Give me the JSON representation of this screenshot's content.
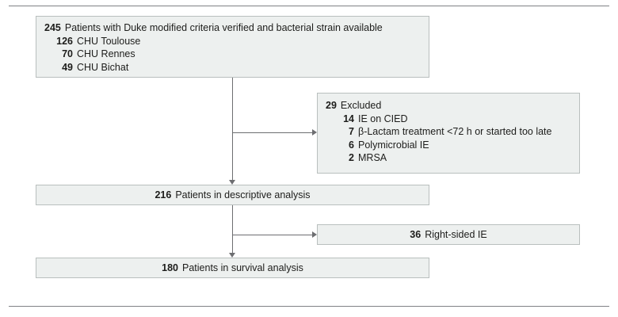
{
  "figure": {
    "type": "patient-flow-diagram",
    "colors": {
      "box_fill": "#edf0ef",
      "box_border": "#b9bfbe",
      "connector": "#6d6e71",
      "rule": "#808285",
      "text": "#1d1d1b"
    },
    "boxes": {
      "enrolled": {
        "lines": [
          {
            "num": "245",
            "text": "Patients with Duke modified criteria verified and bacterial strain available"
          },
          {
            "num": "126",
            "text": "CHU Toulouse"
          },
          {
            "num": "70",
            "text": "CHU Rennes"
          },
          {
            "num": "49",
            "text": "CHU Bichat"
          }
        ]
      },
      "excluded": {
        "lines": [
          {
            "num": "29",
            "text": "Excluded"
          },
          {
            "num": "14",
            "text": "IE on CIED"
          },
          {
            "num": "7",
            "text": "β-Lactam treatment <72 h or started too late"
          },
          {
            "num": "6",
            "text": "Polymicrobial IE"
          },
          {
            "num": "2",
            "text": "MRSA"
          }
        ]
      },
      "descriptive": {
        "num": "216",
        "text": "Patients in descriptive analysis"
      },
      "right_sided": {
        "num": "36",
        "text": "Right-sided IE"
      },
      "survival": {
        "num": "180",
        "text": "Patients in survival analysis"
      }
    }
  }
}
